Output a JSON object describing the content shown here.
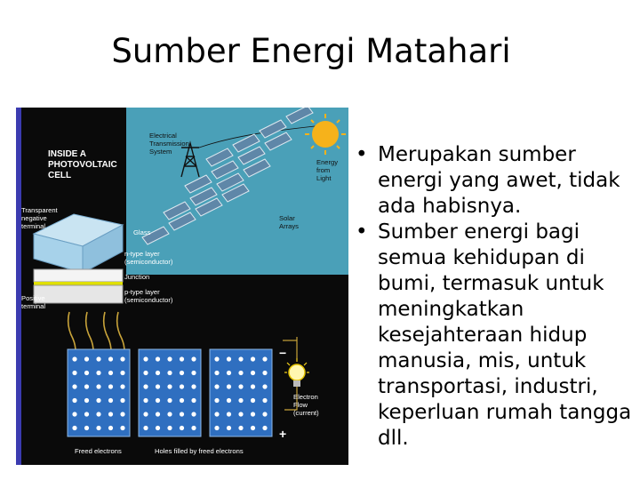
{
  "slide": {
    "title": "Sumber Energi Matahari",
    "bullets": [
      "Merupakan sumber energi yang awet, tidak ada habisnya.",
      "Sumber energi bagi semua kehidupan di bumi, termasuk untuk meningkatkan kesejahteraan hidup manusia, mis, untuk transportasi, industri, keperluan rumah tangga dll."
    ],
    "bullet_symbol": "•"
  },
  "diagram": {
    "heading_line1": "INSIDE A",
    "heading_line2": "PHOTOVOLTAIC",
    "heading_line3": "CELL",
    "transmission_line1": "Electrical",
    "transmission_line2": "Transmission",
    "transmission_line3": "System",
    "energy_line1": "Energy",
    "energy_line2": "from",
    "energy_line3": "Light",
    "arrays_line1": "Solar",
    "arrays_line2": "Arrays",
    "negative_line1": "Transparent",
    "negative_line2": "negative",
    "negative_line3": "terminal",
    "glass": "Glass",
    "ntype_line1": "n-type layer",
    "ntype_line2": "(semiconductor)",
    "junction": "Junction",
    "ptype_line1": "p-type layer",
    "ptype_line2": "(semiconductor)",
    "positive_line1": "Positive",
    "positive_line2": "terminal",
    "flow_line1": "Electron",
    "flow_line2": "Flow",
    "flow_line3": "(current)",
    "freed": "Freed electrons",
    "holes": "Holes filled by freed electrons",
    "minus_sign": "−",
    "plus_sign": "+"
  },
  "colors": {
    "diagram_bg": "#0a0a0a",
    "top_panel": "#4aa0b8",
    "cell_blue": "#2f6fc0",
    "sun": "#f6b21b",
    "wire": "#c9a43a"
  }
}
